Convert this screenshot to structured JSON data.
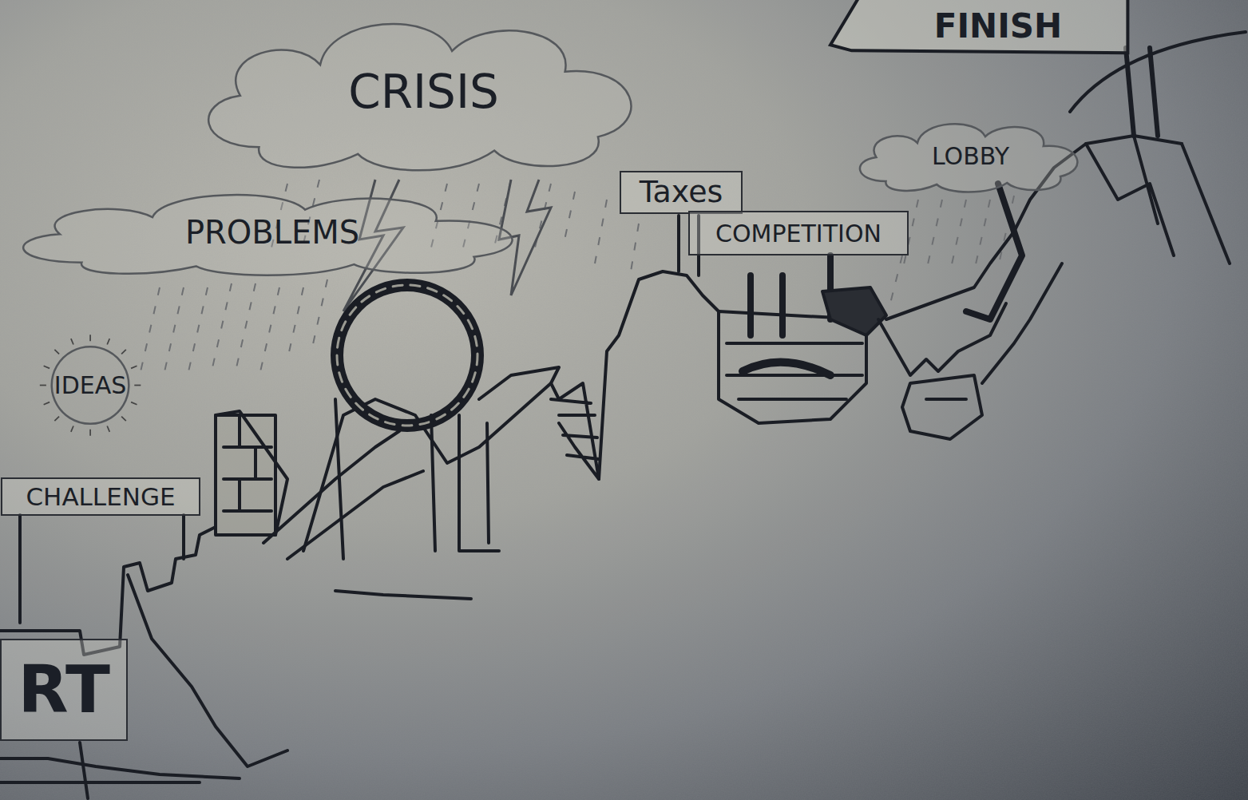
{
  "diagram": {
    "nodes": [
      {
        "text": [
          "FINISH"
        ]
      },
      {
        "text": [
          "CRISIS"
        ]
      },
      {
        "text": [
          "LOBBY"
        ]
      },
      {
        "text": [
          "Taxes"
        ]
      },
      {
        "text": [
          "PROBLEMS"
        ]
      },
      {
        "text": [
          "COMPETITION"
        ]
      },
      {
        "text": [
          "IDEAS"
        ]
      },
      {
        "text": [
          "CHALLENGE"
        ]
      },
      {
        "text": [
          "RT"
        ]
      }
    ]
  }
}
